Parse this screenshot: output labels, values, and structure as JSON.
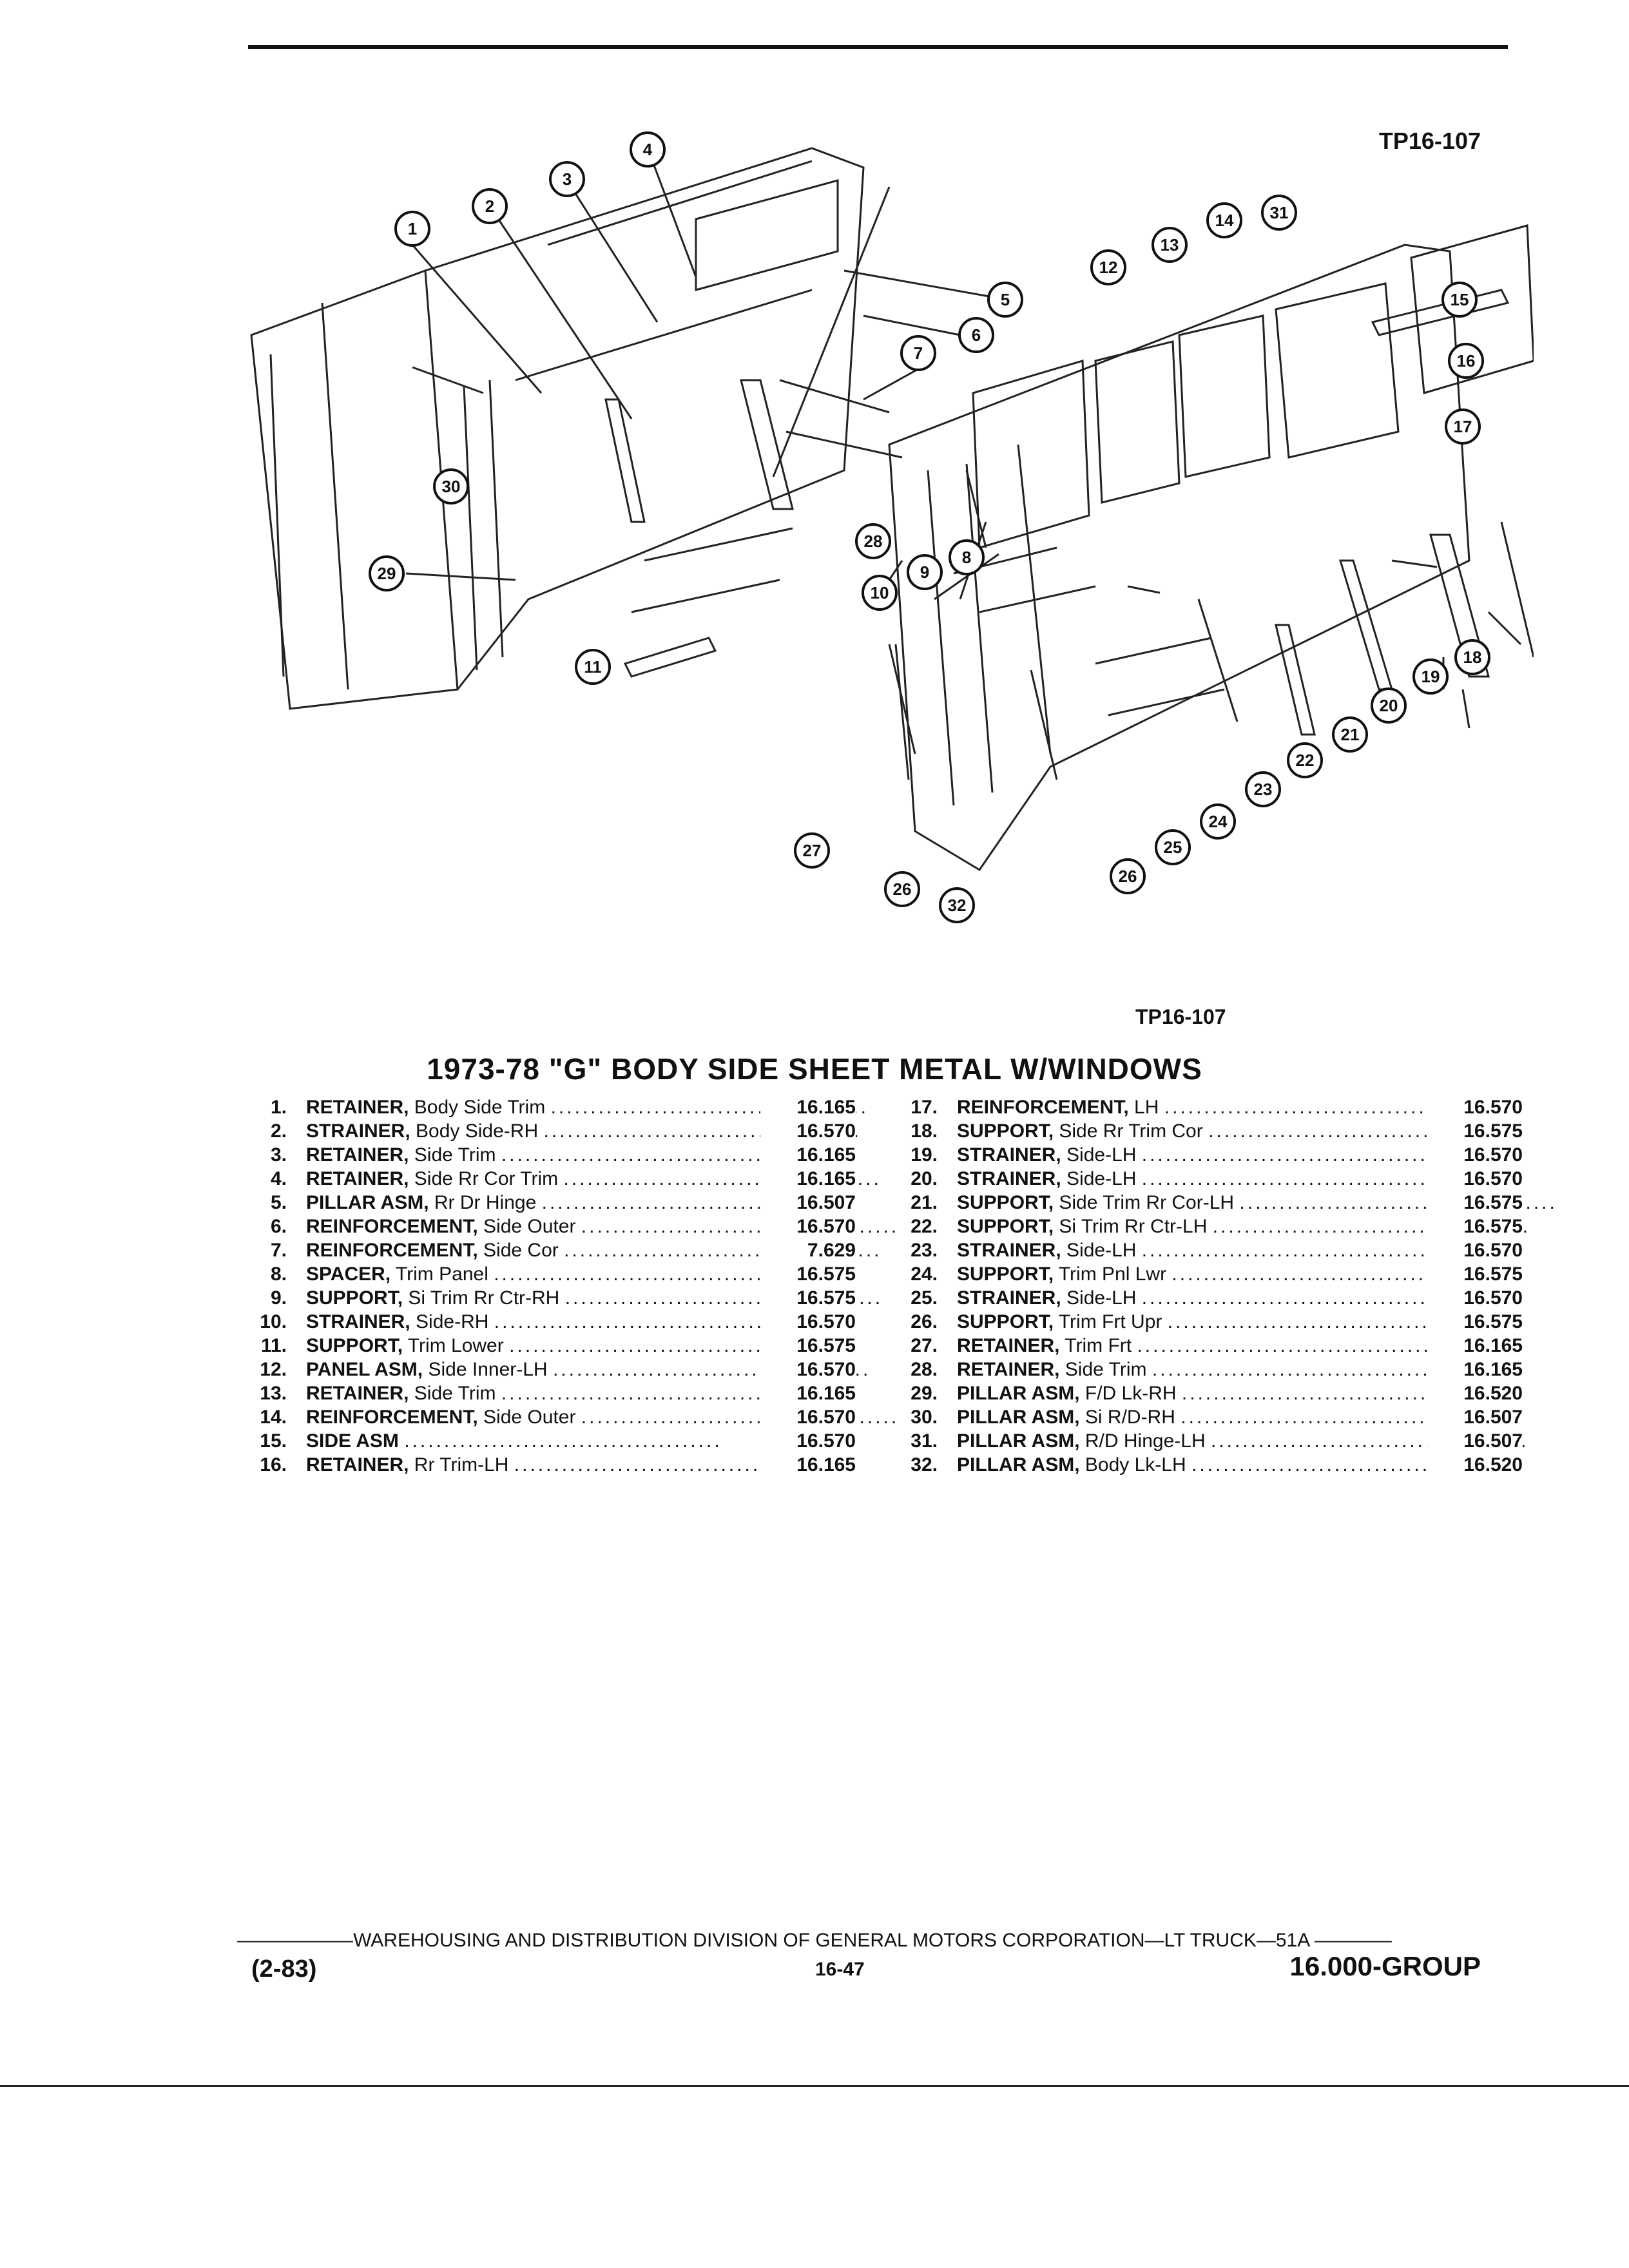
{
  "header": {
    "ref_top": "TP16-107",
    "ref_mid": "TP16-107"
  },
  "title": "1973-78 \"G\" BODY SIDE SHEET METAL W/WINDOWS",
  "parts_left": [
    {
      "num": "1.",
      "name": "RETAINER,",
      "desc": "Body Side Trim",
      "group": "16.165"
    },
    {
      "num": "2.",
      "name": "STRAINER,",
      "desc": "Body Side-RH",
      "group": "16.570"
    },
    {
      "num": "3.",
      "name": "RETAINER,",
      "desc": "Side Trim",
      "group": "16.165"
    },
    {
      "num": "4.",
      "name": "RETAINER,",
      "desc": "Side Rr Cor Trim",
      "group": "16.165"
    },
    {
      "num": "5.",
      "name": "PILLAR ASM,",
      "desc": "Rr Dr Hinge",
      "group": "16.507"
    },
    {
      "num": "6.",
      "name": "REINFORCEMENT,",
      "desc": "Side Outer",
      "group": "16.570"
    },
    {
      "num": "7.",
      "name": "REINFORCEMENT,",
      "desc": "Side Cor",
      "group": "7.629"
    },
    {
      "num": "8.",
      "name": "SPACER,",
      "desc": "Trim Panel",
      "group": "16.575"
    },
    {
      "num": "9.",
      "name": "SUPPORT,",
      "desc": "Si Trim Rr Ctr-RH",
      "group": "16.575"
    },
    {
      "num": "10.",
      "name": "STRAINER,",
      "desc": "Side-RH",
      "group": "16.570"
    },
    {
      "num": "11.",
      "name": "SUPPORT,",
      "desc": "Trim Lower",
      "group": "16.575"
    },
    {
      "num": "12.",
      "name": "PANEL ASM,",
      "desc": "Side Inner-LH",
      "group": "16.570"
    },
    {
      "num": "13.",
      "name": "RETAINER,",
      "desc": "Side Trim",
      "group": "16.165"
    },
    {
      "num": "14.",
      "name": "REINFORCEMENT,",
      "desc": "Side Outer",
      "group": "16.570"
    },
    {
      "num": "15.",
      "name": "SIDE ASM",
      "desc": "",
      "group": "16.570"
    },
    {
      "num": "16.",
      "name": "RETAINER,",
      "desc": "Rr Trim-LH",
      "group": "16.165"
    }
  ],
  "parts_right": [
    {
      "num": "17.",
      "name": "REINFORCEMENT,",
      "desc": "LH",
      "group": "16.570"
    },
    {
      "num": "18.",
      "name": "SUPPORT,",
      "desc": "Side Rr Trim Cor",
      "group": "16.575"
    },
    {
      "num": "19.",
      "name": "STRAINER,",
      "desc": "Side-LH",
      "group": "16.570"
    },
    {
      "num": "20.",
      "name": "STRAINER,",
      "desc": "Side-LH",
      "group": "16.570"
    },
    {
      "num": "21.",
      "name": "SUPPORT,",
      "desc": "Side Trim Rr Cor-LH",
      "group": "16.575"
    },
    {
      "num": "22.",
      "name": "SUPPORT,",
      "desc": "Si Trim Rr Ctr-LH",
      "group": "16.575"
    },
    {
      "num": "23.",
      "name": "STRAINER,",
      "desc": "Side-LH",
      "group": "16.570"
    },
    {
      "num": "24.",
      "name": "SUPPORT,",
      "desc": "Trim Pnl Lwr",
      "group": "16.575"
    },
    {
      "num": "25.",
      "name": "STRAINER,",
      "desc": "Side-LH",
      "group": "16.570"
    },
    {
      "num": "26.",
      "name": "SUPPORT,",
      "desc": "Trim Frt Upr",
      "group": "16.575"
    },
    {
      "num": "27.",
      "name": "RETAINER,",
      "desc": "Trim Frt",
      "group": "16.165"
    },
    {
      "num": "28.",
      "name": "RETAINER,",
      "desc": "Side Trim",
      "group": "16.165"
    },
    {
      "num": "29.",
      "name": "PILLAR ASM,",
      "desc": "F/D Lk-RH",
      "group": "16.520"
    },
    {
      "num": "30.",
      "name": "PILLAR ASM,",
      "desc": "Si R/D-RH",
      "group": "16.507"
    },
    {
      "num": "31.",
      "name": "PILLAR ASM,",
      "desc": "R/D Hinge-LH",
      "group": "16.507"
    },
    {
      "num": "32.",
      "name": "PILLAR ASM,",
      "desc": "Body Lk-LH",
      "group": "16.520"
    }
  ],
  "diagram_callouts": [
    "1",
    "2",
    "3",
    "4",
    "5",
    "6",
    "7",
    "8",
    "9",
    "10",
    "11",
    "12",
    "13",
    "14",
    "15",
    "16",
    "17",
    "18",
    "19",
    "20",
    "21",
    "22",
    "23",
    "24",
    "25",
    "26",
    "26",
    "27",
    "28",
    "29",
    "30",
    "31",
    "32"
  ],
  "footer": {
    "line": "——————WAREHOUSING AND DISTRIBUTION  DIVISION OF GENERAL MOTORS CORPORATION—LT TRUCK—51A  ————",
    "date": "(2-83)",
    "page": "16-47",
    "group": "16.000-GROUP"
  }
}
